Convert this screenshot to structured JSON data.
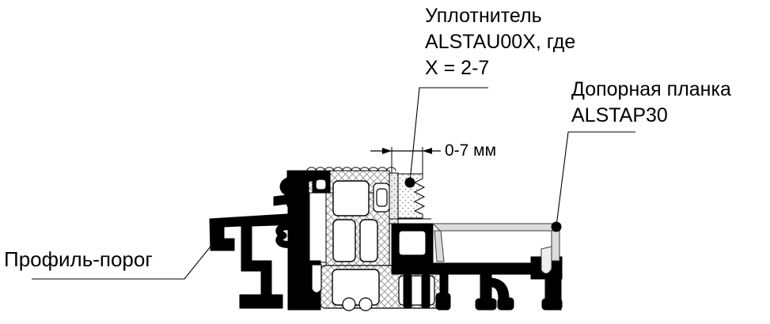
{
  "labels": {
    "seal": {
      "line1": "Уплотнитель",
      "line2": "ALSTAU00X, где",
      "line3": "X = 2-7"
    },
    "plate": {
      "line1": "Допорная планка",
      "line2": "ALSTAP30"
    },
    "threshold": {
      "line1": "Профиль-порог"
    },
    "dimension": {
      "value": "0-7 мм"
    }
  },
  "colors": {
    "background": "#ffffff",
    "line": "#000000",
    "profile_fill": "#000000",
    "plate_fill": "#dcdcdc",
    "hatch_stroke": "#8a8a8a",
    "stipple_dot": "#777777"
  }
}
